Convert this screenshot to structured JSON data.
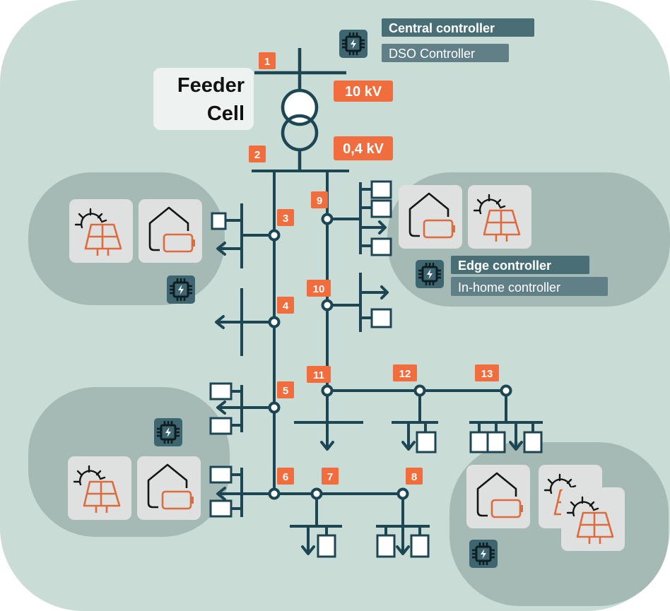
{
  "feeder_cell": {
    "line1": "Feeder",
    "line2": "Cell"
  },
  "voltages": {
    "primary": "10 kV",
    "secondary": "0,4 kV"
  },
  "controllers": {
    "central": "Central controller",
    "dso": "DSO Controller",
    "edge": "Edge controller",
    "in_home": "In-home controller"
  },
  "nodes": [
    "1",
    "2",
    "3",
    "4",
    "5",
    "6",
    "7",
    "8",
    "9",
    "10",
    "11",
    "12",
    "13"
  ],
  "colors": {
    "background": "#c9dcd6",
    "cluster": "#a5bab4",
    "line": "#1d4654",
    "accent": "#f26d3d",
    "tile": "#dfe1e1",
    "chip": "#3e6670",
    "badge_dark": "#4a6e76",
    "badge_mid": "#617f86"
  }
}
